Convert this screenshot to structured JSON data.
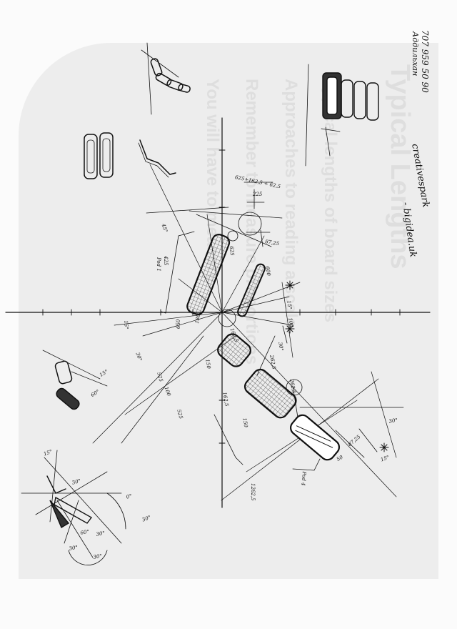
{
  "header": {
    "phone": "707 959 50 90",
    "name": "Аддильхан"
  },
  "signature": {
    "line1": "creativespark",
    "line2": "- bigidea.uk"
  },
  "background_text": [
    "Typical Lengths",
    "Typical lengths of board sizes",
    "Approaches to reading a scale",
    "Remember to measure proportions",
    "You will have to measure"
  ],
  "dimensions": {
    "sum_formula": "625+162,5 + 62,5",
    "width_top": "225",
    "offset_a": "87,25",
    "len_a": "600",
    "len_b": "425",
    "pod1_label": "Pod 1",
    "pod4_label": "Pod 4",
    "seg_top": "625",
    "seg_a": "162,5",
    "seg_b": "262,5",
    "seg_c": "150",
    "seg_d": "525",
    "seg_e": "162,5",
    "seg_f": "87,25",
    "seg_g": "50",
    "seg_h": "1262,5",
    "left_a": "525",
    "left_b": "262,5",
    "left_c": "150",
    "left_d": "180",
    "left_e": "650",
    "left_f": "100",
    "ax_val": "100"
  },
  "angles": {
    "a1": "45°",
    "a2": "15°",
    "a3": "30°",
    "a4": "15°",
    "a5": "30°",
    "a6": "15°",
    "a7": "30°",
    "a8": "60°",
    "a9": "15°",
    "a10": "30°",
    "a11": "0°",
    "a12": "15°",
    "a13": "30°",
    "a14": "60°",
    "a15": "30°",
    "a16": "30°",
    "a17": "30°"
  },
  "colors": {
    "ink": "#111111",
    "paper": "#fbfbfb",
    "ghost": "#ededed",
    "ghost_text": "#dedede"
  }
}
